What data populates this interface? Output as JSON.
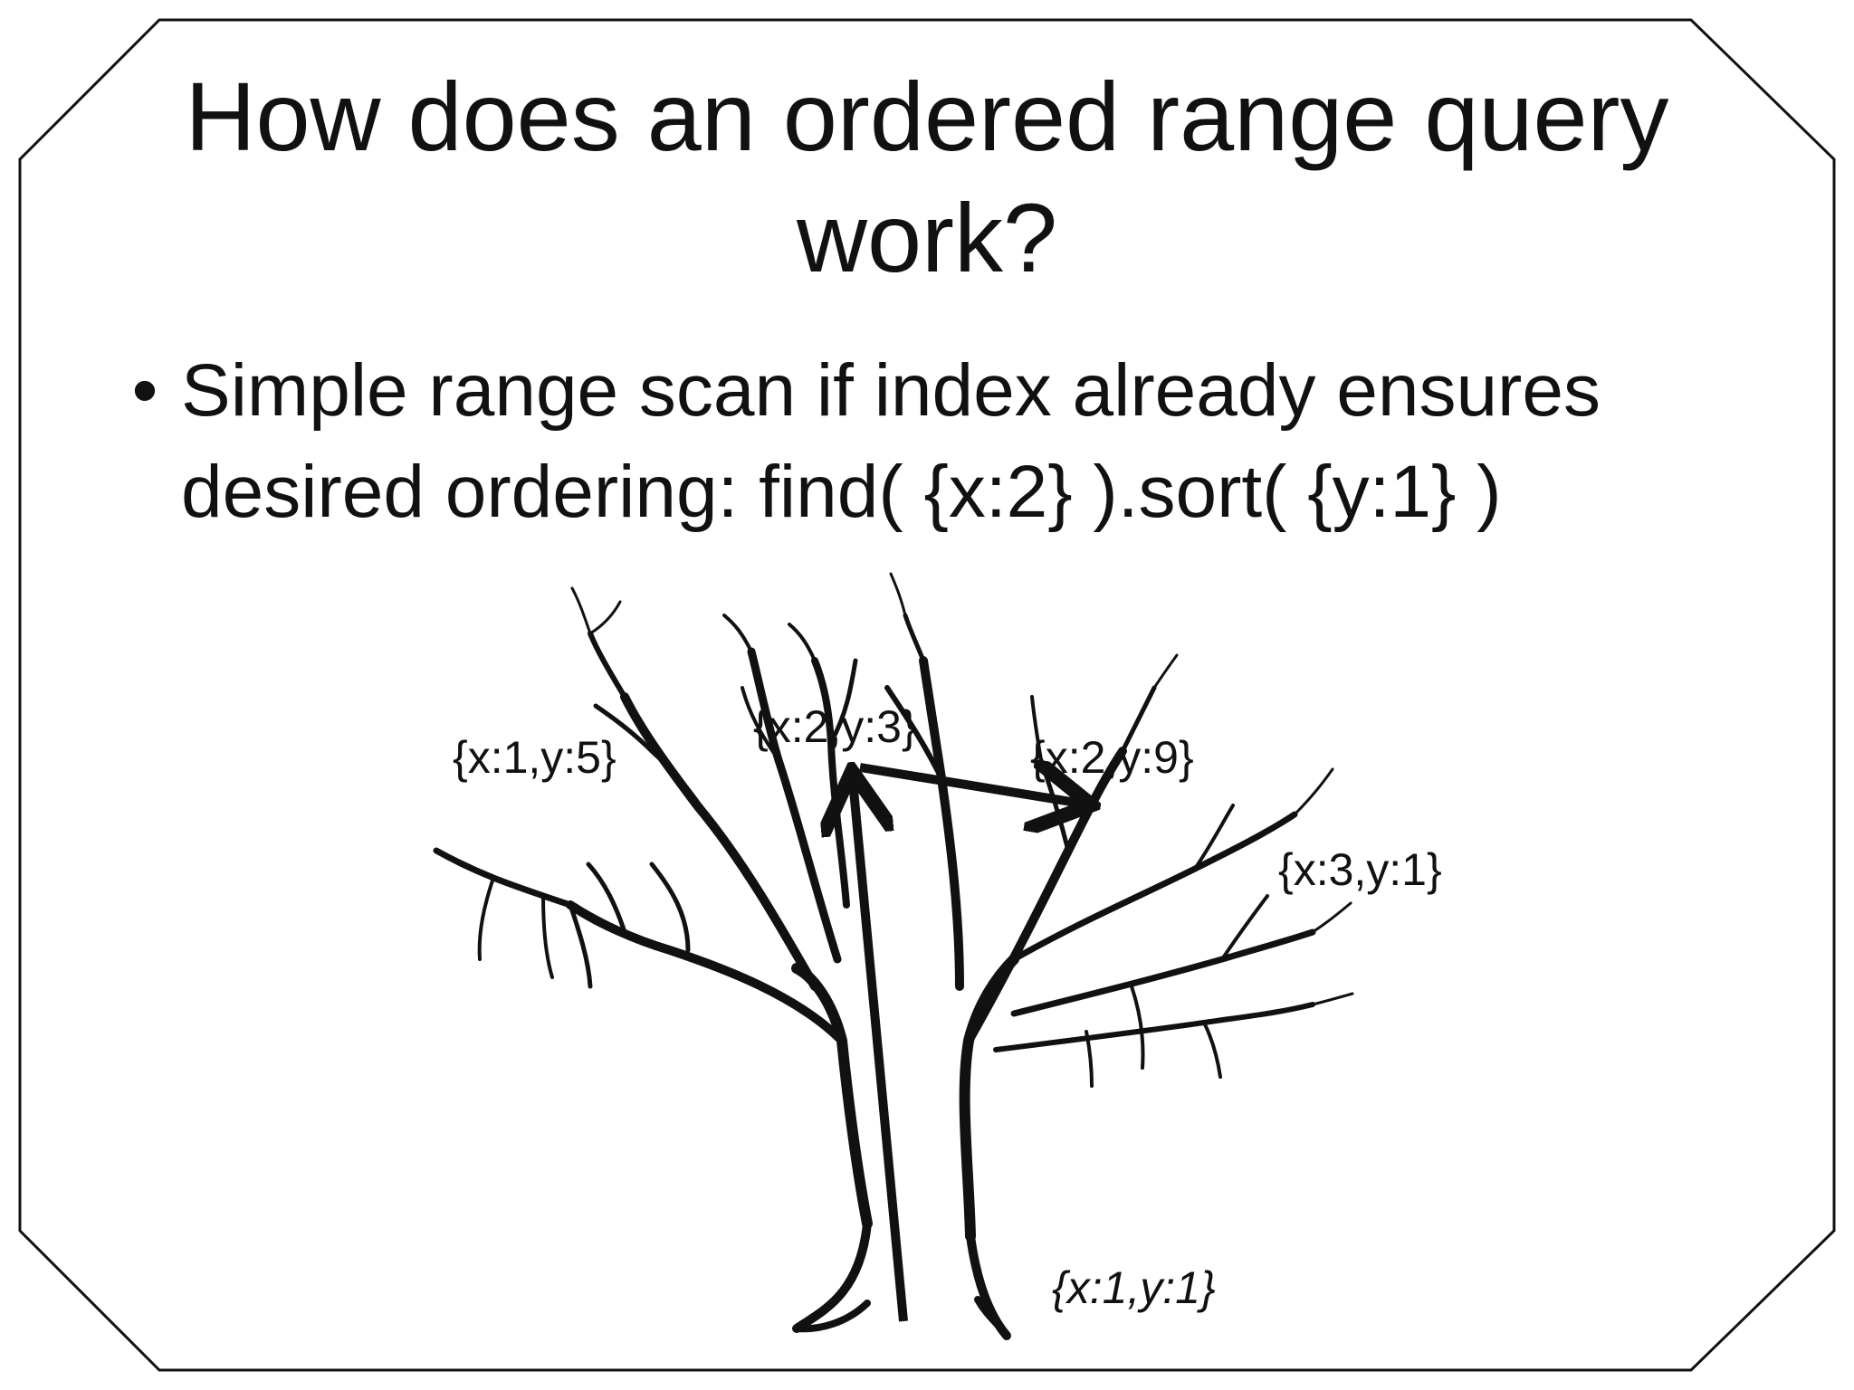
{
  "slide": {
    "title": "How does an ordered range query work?",
    "bullet_marker": "•",
    "bullet_text": "Simple range scan if index already ensures desired ordering: find( {x:2} ).sort( {y:1} )"
  },
  "diagram": {
    "nodes": [
      {
        "id": "x1y5",
        "label": "{x:1,y:5}"
      },
      {
        "id": "x2y3",
        "label": "{x:2,y:3}"
      },
      {
        "id": "x2y9",
        "label": "{x:2,y:9}"
      },
      {
        "id": "x3y1",
        "label": "{x:3,y:1}"
      },
      {
        "id": "x1y1",
        "label": "{x:1,y:1}"
      }
    ],
    "scan_path": [
      "trunk-base",
      "x2y3",
      "x2y9"
    ],
    "colors": {
      "ink": "#111111",
      "background": "#ffffff"
    }
  }
}
